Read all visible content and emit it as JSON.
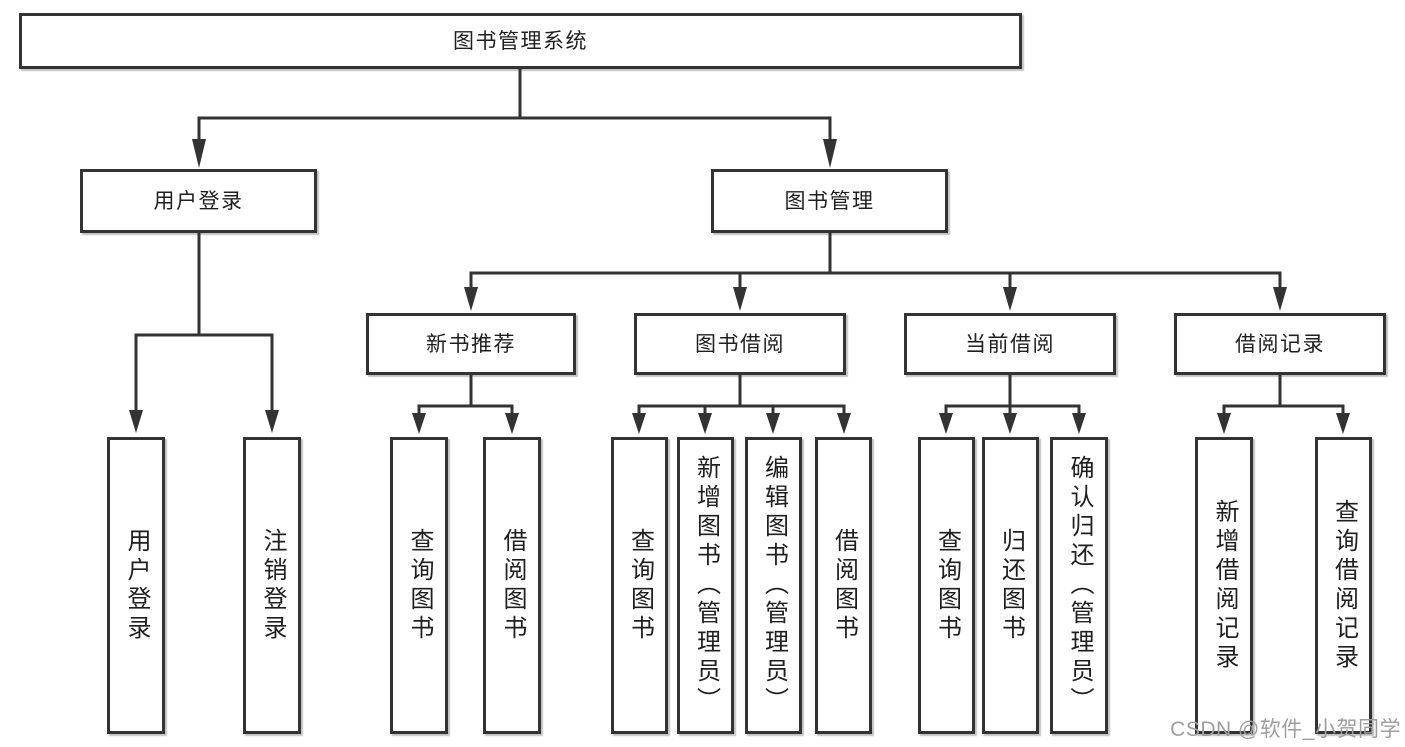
{
  "diagram": {
    "root": {
      "label": "图书管理系统"
    },
    "branches": [
      {
        "label": "用户登录"
      },
      {
        "label": "图书管理"
      }
    ],
    "modules": [
      {
        "label": "新书推荐"
      },
      {
        "label": "图书借阅"
      },
      {
        "label": "当前借阅"
      },
      {
        "label": "借阅记录"
      }
    ],
    "functions": {
      "user_login": [
        {
          "label": "用户登录"
        },
        {
          "label": "注销登录"
        }
      ],
      "new_book": [
        {
          "label": "查询图书"
        },
        {
          "label": "借阅图书"
        }
      ],
      "book_borrow": [
        {
          "label": "查询图书"
        },
        {
          "label": "新增图书（管理员）"
        },
        {
          "label": "编辑图书（管理员）"
        },
        {
          "label": "借阅图书"
        }
      ],
      "current_borrow": [
        {
          "label": "查询图书"
        },
        {
          "label": "归还图书"
        },
        {
          "label": "确认归还（管理员）"
        }
      ],
      "borrow_records": [
        {
          "label": "新增借阅记录"
        },
        {
          "label": "查询借阅记录"
        }
      ]
    }
  },
  "watermark": {
    "text": "CSDN @软件_小贺同学"
  },
  "colors": {
    "line": "#333333",
    "text": "#1f1f1f",
    "box-bg": "#ffffff",
    "page-bg": "#ffffff",
    "watermark": "#9e9e9e"
  }
}
